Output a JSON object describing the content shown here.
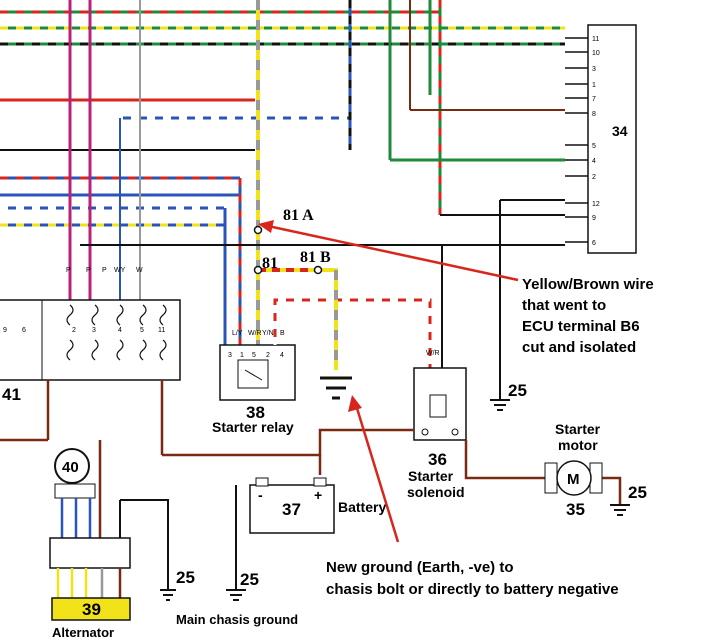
{
  "ecu": {
    "number": "34",
    "pins": [
      "11",
      "10",
      "3",
      "1",
      "7",
      "8",
      "5",
      "4",
      "2",
      "12",
      "9",
      "6"
    ]
  },
  "components": {
    "relay_number": "38",
    "relay_label": "Starter relay",
    "relay_pins": [
      "3",
      "1",
      "5",
      "2",
      "4"
    ],
    "relay_wire_codes": [
      "L/Y",
      "W/R",
      "Y/N",
      "B"
    ],
    "solenoid_number": "36",
    "solenoid_label_1": "Starter",
    "solenoid_label_2": "solenoid",
    "motor_number": "35",
    "motor_label_1": "Starter",
    "motor_label_2": "motor",
    "motor_symbol": "M",
    "battery_number": "37",
    "battery_label": "Battery",
    "alternator_number": "39",
    "alternator_label": "Alternator",
    "regulator_number": "40",
    "fusebox_number": "41",
    "fuse_labels": [
      "2",
      "3",
      "4",
      "5",
      "11"
    ],
    "left_fuse_labels": [
      "9",
      "6"
    ],
    "top_wire_codes": [
      "P",
      "P",
      "P",
      "WY",
      "W"
    ],
    "ground_label": "25",
    "chassis_label": "Main chasis ground"
  },
  "annotations": {
    "a81": "81 A",
    "b81": "81 B",
    "c81": "81",
    "yellow_note": [
      "Yellow/Brown wire",
      "that went to",
      "ECU terminal B6",
      "cut and isolated"
    ],
    "ground_note": [
      "New ground (Earth, -ve) to",
      "chasis bolt or directly to battery negative"
    ]
  },
  "colors": {
    "yellow": "#f2e21a",
    "red": "#d8261c",
    "green": "#1f8a3a",
    "blue": "#2a55b8",
    "brown": "#7a2a12",
    "magenta": "#b8207a",
    "black": "#111111",
    "arrow": "#d8261c"
  }
}
